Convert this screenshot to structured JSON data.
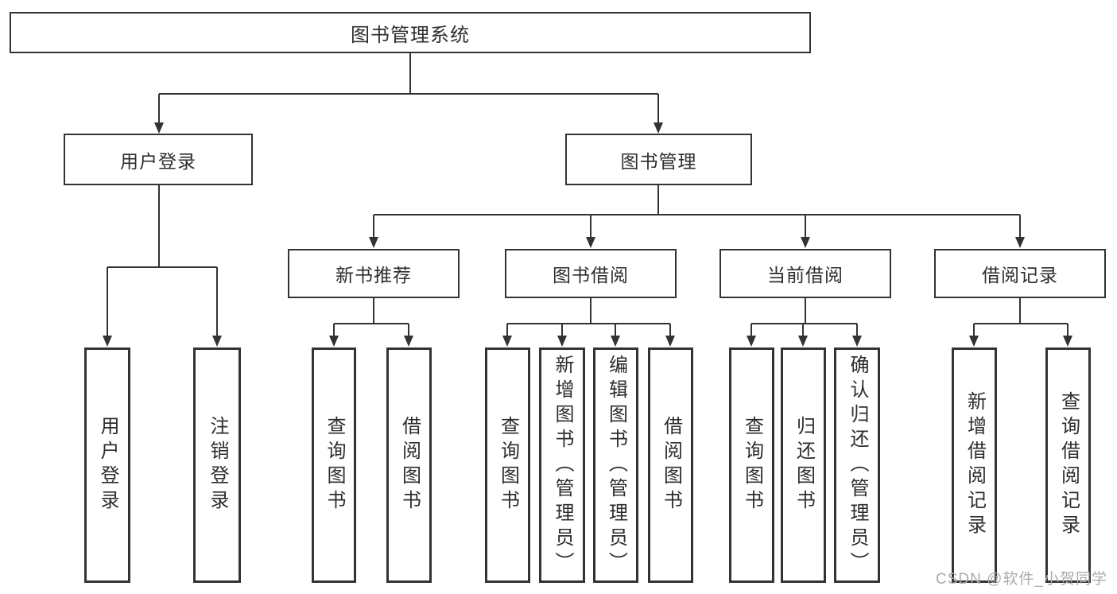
{
  "diagram": {
    "title": "图书管理系统",
    "level2": [
      {
        "id": "user-login",
        "label": "用户登录"
      },
      {
        "id": "book-management",
        "label": "图书管理"
      }
    ],
    "level3": [
      {
        "id": "new-book-recommend",
        "label": "新书推荐",
        "parent": "图书管理"
      },
      {
        "id": "book-borrowing",
        "label": "图书借阅",
        "parent": "图书管理"
      },
      {
        "id": "current-borrowing",
        "label": "当前借阅",
        "parent": "图书管理"
      },
      {
        "id": "borrowing-records",
        "label": "借阅记录",
        "parent": "图书管理"
      }
    ],
    "leaves": [
      {
        "id": "user-login-leaf",
        "label": "用户登录",
        "parent": "用户登录"
      },
      {
        "id": "logout",
        "label": "注销登录",
        "parent": "用户登录"
      },
      {
        "id": "query-books-recommend",
        "label": "查询图书",
        "parent": "新书推荐"
      },
      {
        "id": "borrow-books-recommend",
        "label": "借阅图书",
        "parent": "新书推荐"
      },
      {
        "id": "query-books-borrowing",
        "label": "查询图书",
        "parent": "图书借阅"
      },
      {
        "id": "add-books-admin",
        "label": "新增图书（管理员）",
        "parent": "图书借阅"
      },
      {
        "id": "edit-books-admin",
        "label": "编辑图书（管理员）",
        "parent": "图书借阅"
      },
      {
        "id": "borrow-books-borrowing",
        "label": "借阅图书",
        "parent": "图书借阅"
      },
      {
        "id": "query-books-current",
        "label": "查询图书",
        "parent": "当前借阅"
      },
      {
        "id": "return-books",
        "label": "归还图书",
        "parent": "当前借阅"
      },
      {
        "id": "confirm-return-admin",
        "label": "确认归还（管理员）",
        "parent": "当前借阅"
      },
      {
        "id": "add-borrow-record",
        "label": "新增借阅记录",
        "parent": "借阅记录"
      },
      {
        "id": "query-borrow-record",
        "label": "查询借阅记录",
        "parent": "借阅记录"
      }
    ]
  },
  "watermark": "CSDN @软件_小贺同学",
  "colors": {
    "line": "#333333",
    "box_border": "#333333",
    "text": "#2d2d2d",
    "watermark_text": "#ababab",
    "background": "#ffffff"
  }
}
